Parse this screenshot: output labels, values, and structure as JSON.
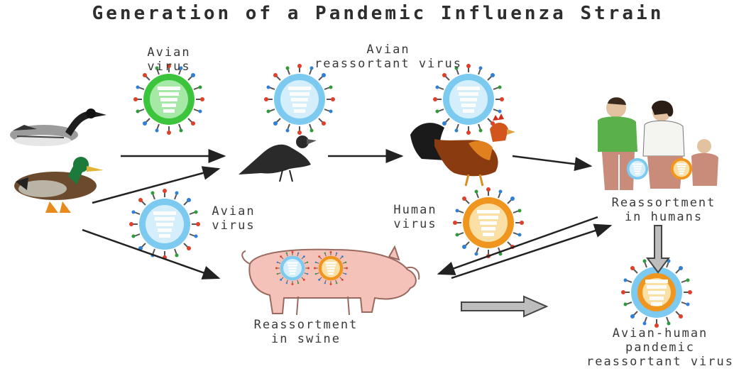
{
  "title": "Generation of a Pandemic Influenza Strain",
  "labels": {
    "avian_virus_top": "Avian\nvirus",
    "avian_reassortant": "Avian\nreassortant virus",
    "avian_virus_mid": "Avian\nvirus",
    "human_virus": "Human\nvirus",
    "reassortment_humans": "Reassortment\nin humans",
    "reassortment_swine": "Reassortment\nin swine",
    "pandemic_virus": "Avian-human\npandemic\nreassortant virus"
  },
  "colors": {
    "avian_virus": "#3cc43c",
    "reassortant_virus": "#7ccaf0",
    "human_virus": "#f0961e",
    "arrow": "#222222",
    "pig": "#f4c2b8"
  }
}
